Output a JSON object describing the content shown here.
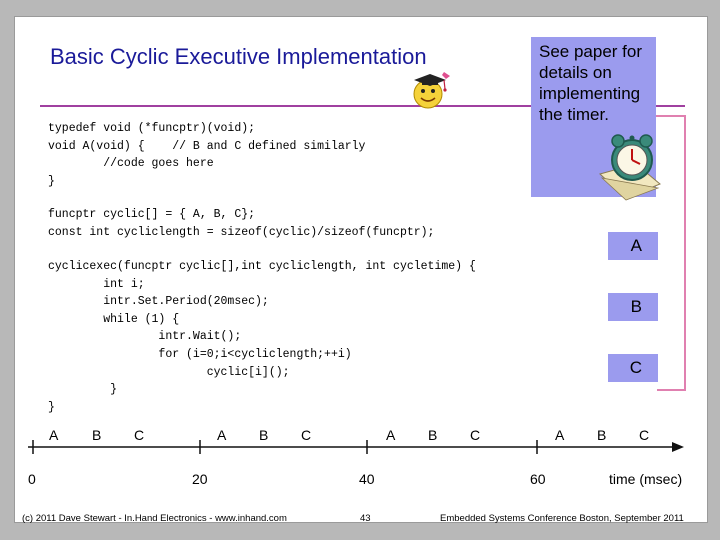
{
  "slide": {
    "title": "Basic Cyclic Executive Implementation",
    "note": "See paper for details on implementing the timer.",
    "code_block_1": "typedef void (*funcptr)(void);\nvoid A(void) {    // B and C defined similarly\n        //code goes here\n}",
    "code_block_2": "funcptr cyclic[] = { A, B, C};\nconst int cycliclength = sizeof(cyclic)/sizeof(funcptr);",
    "code_block_3": "cyclicexec(funcptr cyclic[],int cycliclength, int cycletime) {\n        int i;\n        intr.Set.Period(20msec);\n        while (1) {\n                intr.Wait();\n                for (i=0;i<cycliclength;++i)\n                       cyclic[i]();\n         }\n}",
    "task_boxes": [
      "A",
      "B",
      "C"
    ],
    "timeline": {
      "task_labels": [
        "A",
        "B",
        "C",
        "A",
        "B",
        "C",
        "A",
        "B",
        "C",
        "A",
        "B",
        "C"
      ],
      "ticks": [
        "0",
        "20",
        "40",
        "60"
      ],
      "axis_label": "time (msec)"
    },
    "footer": {
      "left": "(c) 2011 Dave Stewart - In.Hand Electronics - www.inhand.com",
      "page": "43",
      "right": "Embedded Systems Conference Boston, September 2011"
    }
  },
  "colors": {
    "title": "#1a1a99",
    "highlight_box": "#9b9bee",
    "accent_line": "#e080b0",
    "rule": "#a040a0"
  },
  "icons": [
    "graduate-smiley-icon",
    "alarm-clock-icon"
  ]
}
